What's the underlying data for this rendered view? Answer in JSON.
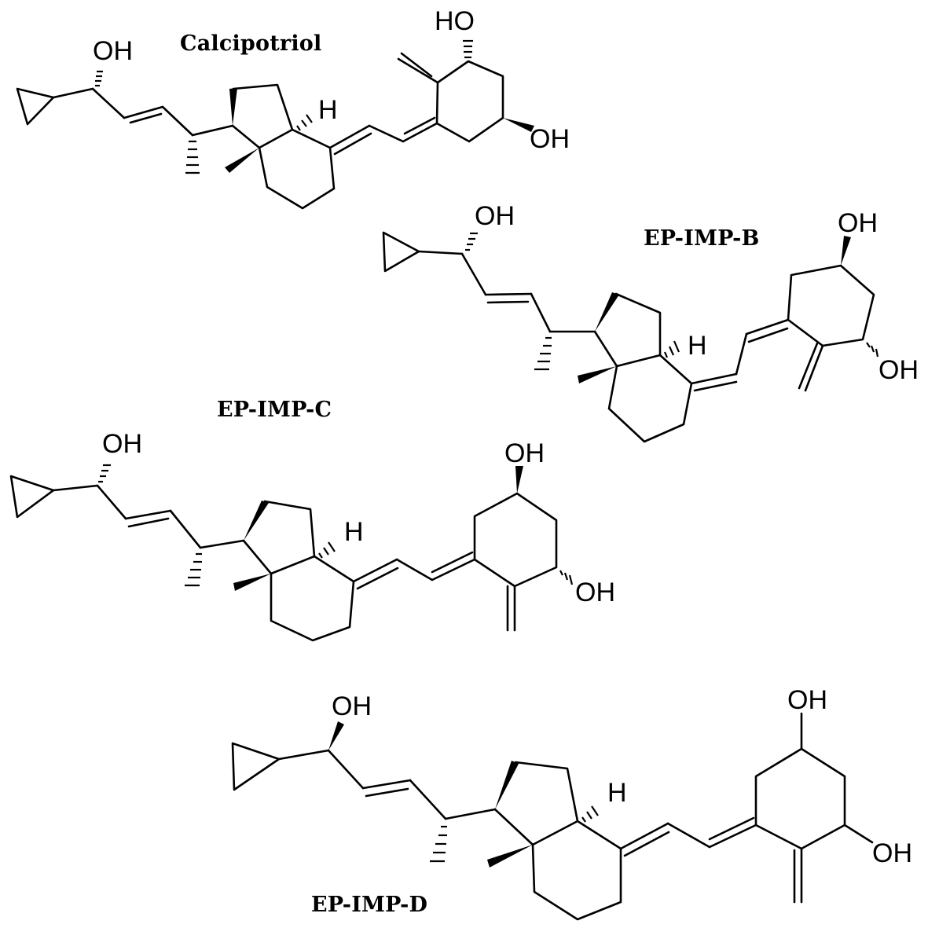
{
  "figure": {
    "compounds": [
      {
        "id": "calcipotriol",
        "name": "Calcipotriol",
        "labels": {
          "side_oh": "OH",
          "ring_oh_top": "HO",
          "ring_oh_bottom": "OH",
          "h": "H"
        }
      },
      {
        "id": "ep-imp-b",
        "name": "EP-IMP-B",
        "labels": {
          "side_oh": "OH",
          "ring_oh_top": "OH",
          "ring_oh_bottom": "OH",
          "h": "H"
        }
      },
      {
        "id": "ep-imp-c",
        "name": "EP-IMP-C",
        "labels": {
          "side_oh": "OH",
          "ring_oh_top": "OH",
          "ring_oh_bottom": "OH",
          "h": "H"
        }
      },
      {
        "id": "ep-imp-d",
        "name": "EP-IMP-D",
        "labels": {
          "side_oh": "OH",
          "ring_oh_top": "OH",
          "ring_oh_bottom": "OH",
          "h": "H"
        }
      }
    ]
  }
}
